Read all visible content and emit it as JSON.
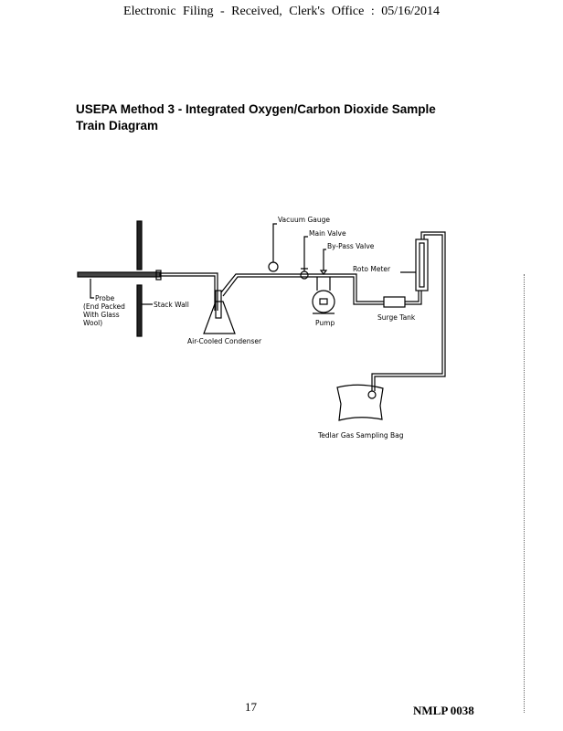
{
  "header": {
    "stamp": "Electronic Filing - Received, Clerk's Office : 05/16/2014"
  },
  "title": {
    "line1": "USEPA Method 3 - Integrated Oxygen/Carbon Dioxide Sample",
    "line2": "Train Diagram"
  },
  "diagram": {
    "labels": {
      "probe": [
        "Probe",
        "(End Packed",
        "With Glass",
        "Wool)"
      ],
      "stack_wall": "Stack Wall",
      "condenser": "Air-Cooled Condenser",
      "vacuum_gauge": "Vacuum Gauge",
      "main_valve": "Main Valve",
      "bypass_valve": "By-Pass Valve",
      "roto_meter": "Roto Meter",
      "pump": "Pump",
      "surge_tank": "Surge Tank",
      "bag": "Tedlar Gas Sampling Bag"
    }
  },
  "footer": {
    "page": "17",
    "bates": "NMLP 0038"
  }
}
